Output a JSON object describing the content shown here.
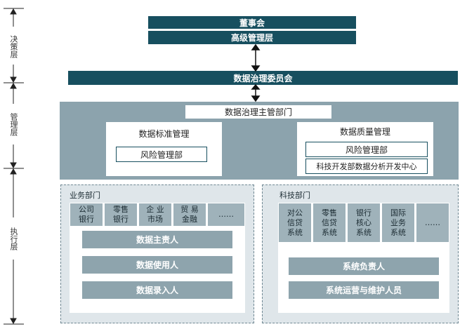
{
  "side_labels": {
    "decision": "决策层",
    "management": "管理层",
    "execution": "执行层"
  },
  "top": {
    "board": "董事会",
    "senior_management": "高级管理层",
    "governance_committee": "数据治理委员会"
  },
  "management": {
    "governance_dept": "数据治理主管部门",
    "standards": {
      "title": "数据标准管理",
      "items": [
        "风险管理部"
      ]
    },
    "quality": {
      "title": "数据质量管理",
      "items": [
        "风险管理部",
        "科技开发部数据分析开发中心"
      ]
    }
  },
  "business": {
    "title": "业务部门",
    "depts": [
      "公司\n银行",
      "零售\n银行",
      "企 业\n市场",
      "贸 易\n金融",
      "……"
    ],
    "roles": [
      "数据主责人",
      "数据使用人",
      "数据录入人"
    ]
  },
  "tech": {
    "title": "科技部门",
    "depts": [
      "对公\n信贷\n系统",
      "零售\n信贷\n系统",
      "银行\n核心\n系统",
      "国际\n业务\n系统",
      "……"
    ],
    "roles": [
      "系统负责人",
      "系统运营与维护人员"
    ]
  },
  "colors": {
    "dark": "#174f5f",
    "gray_bar": "#8ea4ad",
    "region": "#8ca3ad",
    "light": "#dfe6ea"
  }
}
